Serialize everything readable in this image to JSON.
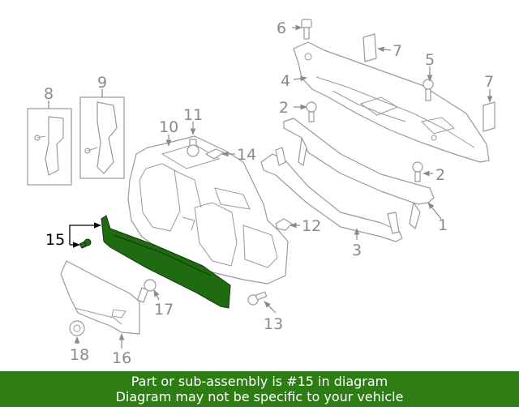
{
  "callouts": {
    "c1": "1",
    "c2a": "2",
    "c2b": "2",
    "c3": "3",
    "c4": "4",
    "c5": "5",
    "c6": "6",
    "c7a": "7",
    "c7b": "7",
    "c8": "8",
    "c9": "9",
    "c10": "10",
    "c11": "11",
    "c12": "12",
    "c13": "13",
    "c14": "14",
    "c15": "15",
    "c16": "16",
    "c17": "17",
    "c18": "18"
  },
  "banner": {
    "line1": "Part or sub-assembly is #15 in diagram",
    "line2": "Diagram may not be specific to your vehicle"
  },
  "colors": {
    "highlight": "#1f6b12",
    "banner_bg": "#2e7d14",
    "line_gray": "#9a9a9a"
  }
}
